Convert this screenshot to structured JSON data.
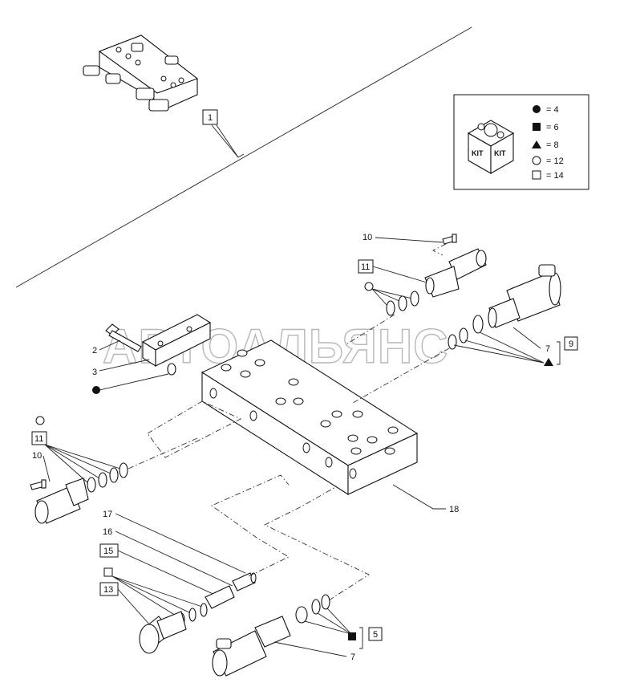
{
  "watermark": "АВТОАЛЬЯНС",
  "kit_legend": {
    "badge_text_left": "KIT",
    "badge_text_right": "KIT",
    "entries": [
      {
        "symbol": "filled-circle",
        "text": "= 4"
      },
      {
        "symbol": "filled-square",
        "text": "= 6"
      },
      {
        "symbol": "filled-triangle",
        "text": "= 8"
      },
      {
        "symbol": "open-circle",
        "text": "= 12"
      },
      {
        "symbol": "open-square",
        "text": "= 14"
      }
    ]
  },
  "callouts": {
    "assembly": "1",
    "bolt": "2",
    "plate": "3",
    "kit_5": "5",
    "part_7_right": "7",
    "part_7_bottom": "7",
    "kit_9": "9",
    "screw_top": "10",
    "screw_left": "10",
    "kit_11_top": "11",
    "kit_11_left": "11",
    "kit_13": "13",
    "kit_15": "15",
    "part_16": "16",
    "part_17": "17",
    "block": "18"
  }
}
